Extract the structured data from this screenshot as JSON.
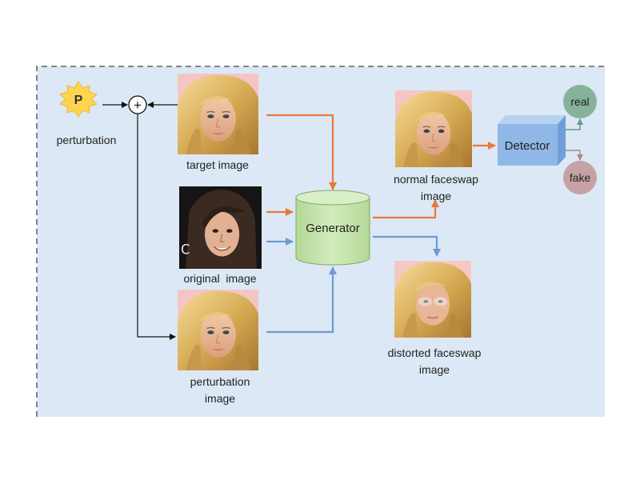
{
  "labels": {
    "perturbation": "perturbation",
    "target_image": "target image",
    "original_image": "original  image",
    "perturbation_image_line1": "perturbation",
    "perturbation_image_line2": "image",
    "normal_faceswap_line1": "normal faceswap",
    "normal_faceswap_line2": "image",
    "distorted_faceswap_line1": "distorted faceswap",
    "distorted_faceswap_line2": "image"
  },
  "nodes": {
    "p_symbol": "P",
    "plus_symbol": "+",
    "generator": "Generator",
    "detector": "Detector",
    "real": "real",
    "fake": "fake"
  },
  "colors": {
    "panel_background": "#dce8f5",
    "orange_arrow": "#e8783a",
    "blue_arrow": "#6e9bd0",
    "sun_fill": "#ffd54d",
    "generator_fill": "#c6e4aa",
    "detector_fill": "#8fb8e6",
    "real_fill": "#86b29a",
    "fake_fill": "#c6a2a4"
  },
  "icons": {
    "faces": [
      "blonde-face-image",
      "brunette-face-image",
      "blonde-face-image",
      "blonde-face-image",
      "distorted-face-image"
    ]
  }
}
